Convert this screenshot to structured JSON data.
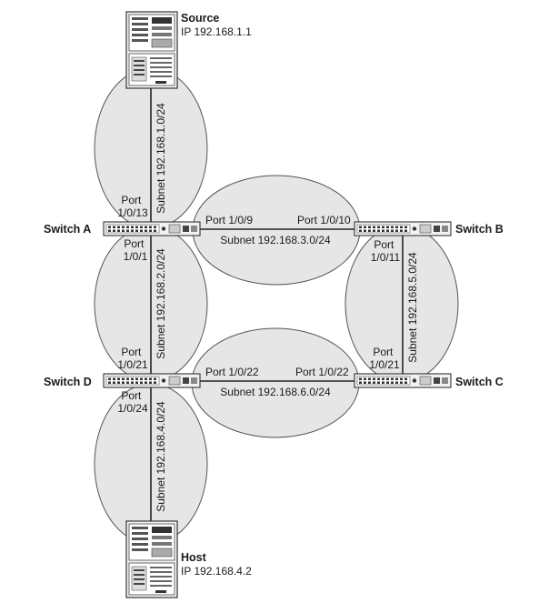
{
  "nodes": {
    "source": {
      "name": "Source",
      "ip": "IP 192.168.1.1"
    },
    "host": {
      "name": "Host",
      "ip": "IP 192.168.4.2"
    },
    "switch_a": {
      "name": "Switch A"
    },
    "switch_b": {
      "name": "Switch B"
    },
    "switch_c": {
      "name": "Switch C"
    },
    "switch_d": {
      "name": "Switch D"
    }
  },
  "subnets": {
    "s1": "Subnet 192.168.1.0/24",
    "s2": "Subnet 192.168.2.0/24",
    "s3": "Subnet 192.168.3.0/24",
    "s4": "Subnet 192.168.4.0/24",
    "s5": "Subnet 192.168.5.0/24",
    "s6": "Subnet 192.168.6.0/24"
  },
  "ports": {
    "a_top": [
      "Port",
      "1/0/13"
    ],
    "a_bottom": [
      "Port",
      "1/0/1"
    ],
    "a_right": "Port 1/0/9",
    "b_left": "Port 1/0/10",
    "b_bottom": [
      "Port",
      "1/0/11"
    ],
    "c_top": [
      "Port",
      "1/0/21"
    ],
    "c_left": "Port 1/0/22",
    "d_top": [
      "Port",
      "1/0/21"
    ],
    "d_bottom": [
      "Port",
      "1/0/24"
    ],
    "d_right": "Port 1/0/22"
  }
}
